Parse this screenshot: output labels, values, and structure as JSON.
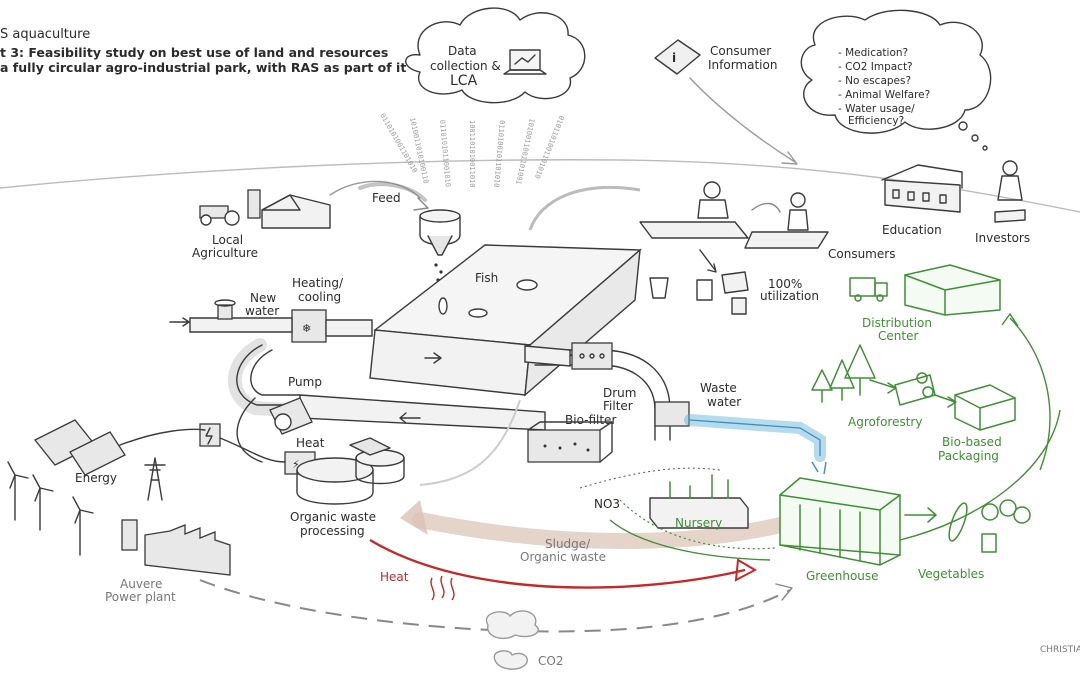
{
  "header": {
    "line1": "S aquaculture",
    "line2": "t 3: Feasibility study on best use of land and resources",
    "line3": "a fully circular agro-industrial park, with RAS as part of it"
  },
  "cloud_data": {
    "line1": "Data",
    "line2": "collection &",
    "line3": "LCA"
  },
  "consumer_info": {
    "line1": "Consumer",
    "line2": "Information"
  },
  "questions": [
    "- Medication?",
    "- CO2 Impact?",
    "- No escapes?",
    "- Animal Welfare?",
    "- Water usage/",
    "Efficiency?"
  ],
  "labels": {
    "feed": "Feed",
    "local_agri_1": "Local",
    "local_agri_2": "Agriculture",
    "fish": "Fish",
    "heating_1": "Heating/",
    "heating_2": "cooling",
    "new_water_1": "New",
    "new_water_2": "water",
    "pump": "Pump",
    "heat_small": "Heat",
    "energy": "Energy",
    "drum_1": "Drum",
    "drum_2": "Filter",
    "biofilter": "Bio-filter",
    "waste_1": "Waste",
    "waste_2": "water",
    "organic_1": "Organic waste",
    "organic_2": "processing",
    "sludge_1": "Sludge/",
    "sludge_2": "Organic waste",
    "heat_red": "Heat",
    "no3": "NO3",
    "nursery": "Nursery",
    "greenhouse": "Greenhouse",
    "vegetables": "Vegetables",
    "agroforestry": "Agroforestry",
    "packaging_1": "Bio-based",
    "packaging_2": "Packaging",
    "distribution_1": "Distribution",
    "distribution_2": "Center",
    "consumers": "Consumers",
    "utilization_1": "100%",
    "utilization_2": "utilization",
    "education": "Education",
    "investors": "Investors",
    "power_1": "Auvere",
    "power_2": "Power plant",
    "co2": "CO2",
    "signature": "CHRISTIA"
  },
  "colors": {
    "ink": "#2b2b2b",
    "green": "#3f8f35",
    "red": "#c62828",
    "water": "#5ab0d8",
    "sludge": "#d9c2b4"
  }
}
